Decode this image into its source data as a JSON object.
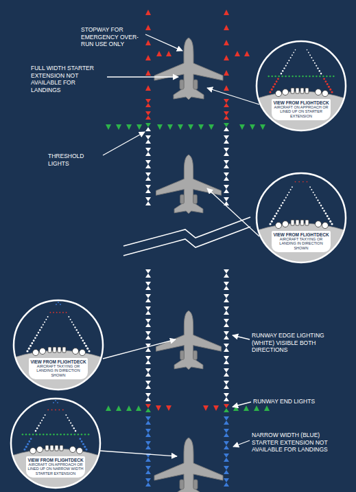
{
  "diagram": {
    "nodes": [
      {
        "text": [
          "VIEW FROM FLIGHTDECK",
          "AIRCRAFT ON APPROACH OR LINED UP ON STARTER EXTENSION"
        ]
      },
      {
        "text": [
          "VIEW FROM FLIGHTDECK",
          "AIRCRAFT TAXYING OR LANDING IN DIRECTION SHOWN"
        ]
      },
      {
        "text": [
          "VIEW FROM FLIGHTDECK",
          "AIRCRAFT TAXYING OR LANDING IN DIRECTION SHOWN"
        ]
      },
      {
        "text": [
          "VIEW FROM FLIGHTDECK",
          "AIRCRAFT ON APPROACH OR LINED UP ON NARROW WIDTH STARTER EXTENSION"
        ]
      }
    ],
    "labels": [
      "STOPWAY FOR EMERGENCY OVER-RUN USE ONLY",
      "FULL WIDTH STARTER EXTENSION NOT AVAILABLE FOR LANDINGS",
      "THRESHOLD LIGHTS",
      "RUNWAY EDGE LIGHTING (WHITE) VISIBLE BOTH DIRECTIONS",
      "RUNWAY END LIGHTS",
      "NARROW WIDTH (BLUE) STARTER EXTENSION NOT AVAILABLE FOR LANDINGS"
    ]
  }
}
